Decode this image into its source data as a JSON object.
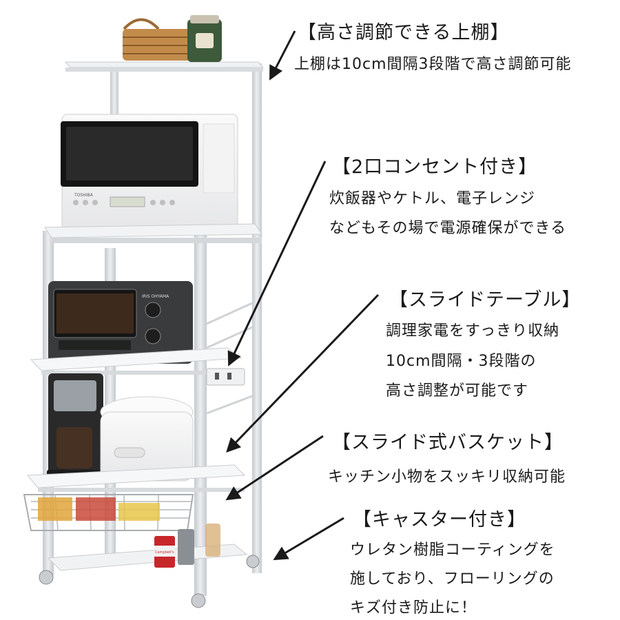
{
  "features": [
    {
      "title": "【高さ調節できる上棚】",
      "lines": [
        "上棚は10cm間隔3段階で高さ調節可能"
      ]
    },
    {
      "title": "【2口コンセント付き】",
      "lines": [
        "炊飯器やケトル、電子レンジ",
        "などもその場で電源確保ができる"
      ]
    },
    {
      "title": "【スライドテーブル】",
      "lines": [
        "調理家電をすっきり収納",
        "10cm間隔・3段階の",
        "高さ調整が可能です"
      ]
    },
    {
      "title": "【スライド式バスケット】",
      "lines": [
        "キッチン小物をスッキリ収納可能"
      ]
    },
    {
      "title": "【キャスター付き】",
      "lines": [
        "ウレタン樹脂コーティングを",
        "施しており、フローリングの",
        "キズ付き防止に！"
      ]
    }
  ],
  "appliance_labels": {
    "microwave_brand": "TOSHIBA",
    "toaster_brand": "IRIS OHYAMA",
    "can_label": "Campbell's"
  },
  "colors": {
    "rack": "#dcdfe2",
    "rack_shadow": "#b9bdc2",
    "shelf": "#f4f5f6",
    "arrow": "#1a1a1a"
  }
}
